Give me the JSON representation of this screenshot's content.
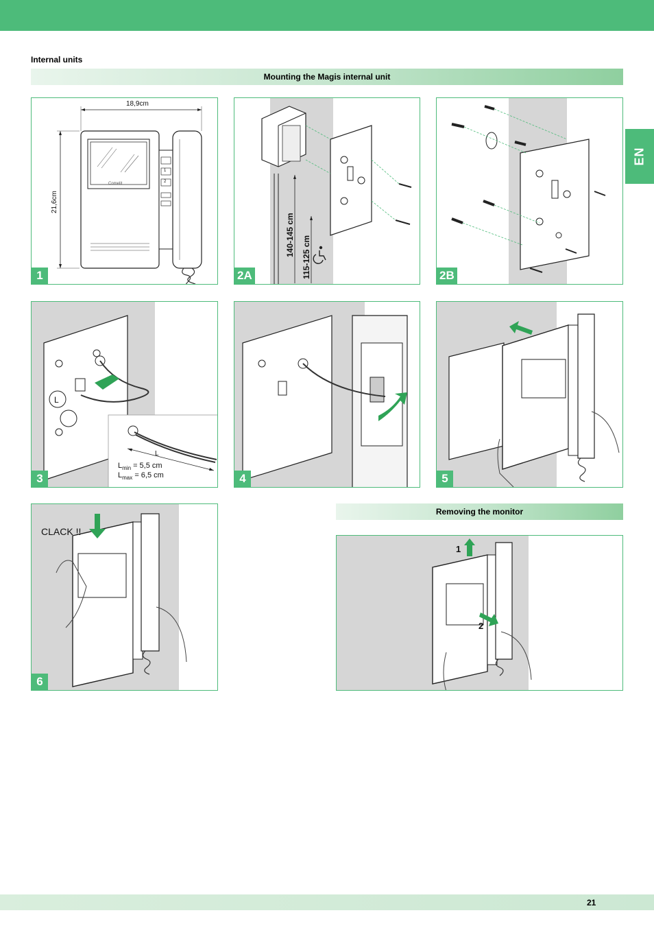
{
  "header": {
    "section_title": "Internal units"
  },
  "bands": {
    "mounting": "Mounting the Magis internal unit",
    "removing": "Removing the monitor"
  },
  "lang_tab": "EN",
  "steps": {
    "s1": "1",
    "s2a": "2A",
    "s2b": "2B",
    "s3": "3",
    "s4": "4",
    "s5": "5",
    "s6": "6"
  },
  "panel1": {
    "width_label": "18,9cm",
    "height_label": "21,6cm",
    "brand": "Comelit",
    "key1": "1",
    "key2": "2"
  },
  "panel2a": {
    "height_range": "140-145 cm",
    "height_range_accessible": "115-125 cm"
  },
  "panel3": {
    "l_marker": "L",
    "l_detail": "L",
    "lmin_prefix": "L",
    "lmin_sub": "min",
    "lmin_value": "= 5,5 cm",
    "lmax_prefix": "L",
    "lmax_sub": "max",
    "lmax_value": "= 6,5 cm"
  },
  "panel6": {
    "sound": "CLACK !!"
  },
  "remove": {
    "step1": "1",
    "step2": "2"
  },
  "footer": {
    "page_number": "21"
  },
  "colors": {
    "accent": "#4dbb7a",
    "wall": "#d6d6d6",
    "arrow": "#2fa356"
  }
}
